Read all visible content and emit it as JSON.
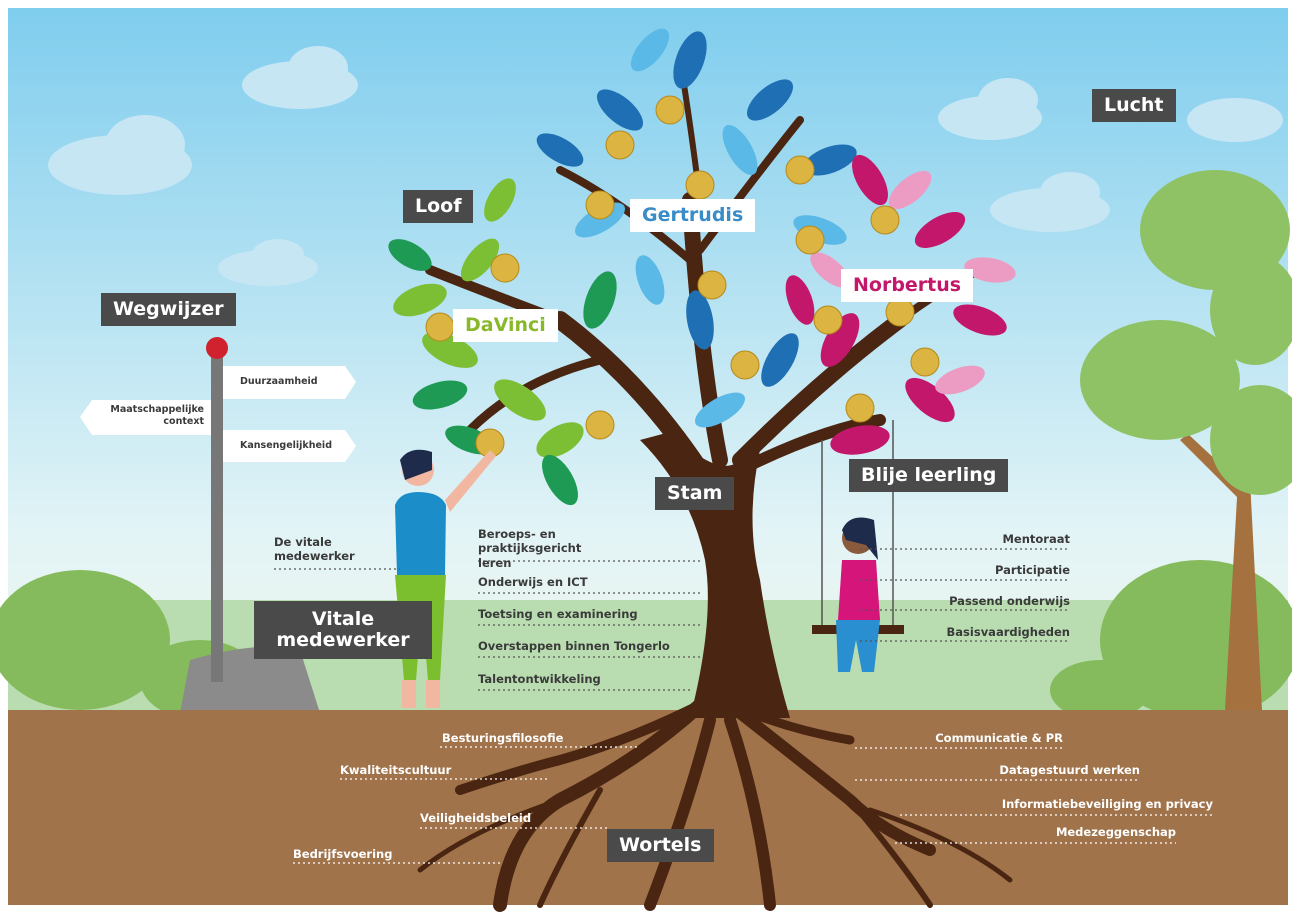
{
  "colors": {
    "sky": "#8fd3ef",
    "soil": "#a0734b",
    "trunk": "#4a2511",
    "label_dark": "#4a4a4a",
    "davinci": "#8ab82d",
    "gertrudis": "#3a8cc9",
    "norbertus": "#c3176b"
  },
  "labels": {
    "lucht": "Lucht",
    "loof": "Loof",
    "gertrudis": "Gertrudis",
    "norbertus": "Norbertus",
    "davinci": "DaVinci",
    "wegwijzer": "Wegwijzer",
    "stam": "Stam",
    "blije_leerling": "Blije leerling",
    "vitale_medewerker": "Vitale medewerker",
    "wortels": "Wortels"
  },
  "signpost": {
    "right_top": "Duurzaamheid",
    "left": "Maatschappelijke context",
    "right_bottom": "Kansengelijkheid"
  },
  "vitale_item": "De vitale medewerker",
  "stam_items": [
    "Beroeps- en praktijksgericht leren",
    "Onderwijs en ICT",
    "Toetsing en examinering",
    "Overstappen binnen Tongerlo",
    "Talentontwikkeling"
  ],
  "leerling_items": [
    "Mentoraat",
    "Participatie",
    "Passend onderwijs",
    "Basisvaardigheden"
  ],
  "roots_left": [
    "Besturingsfilosofie",
    "Kwaliteitscultuur",
    "Veiligheidsbeleid",
    "Bedrijfsvoering"
  ],
  "roots_right": [
    "Communicatie & PR",
    "Datagestuurd werken",
    "Informatiebeveiliging en privacy",
    "Medezeggenschap"
  ]
}
